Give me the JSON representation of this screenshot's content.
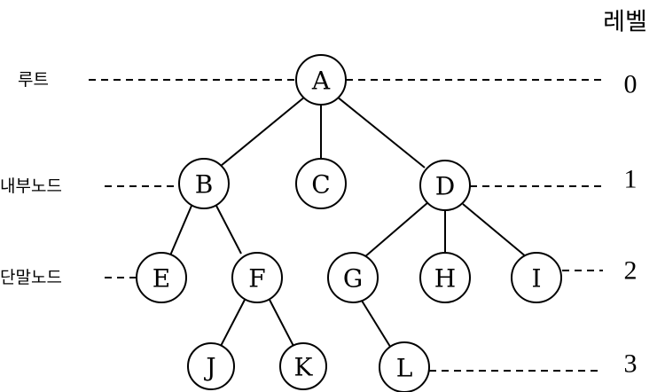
{
  "header": {
    "level_title": "레벨"
  },
  "side_labels": {
    "root": "루트",
    "internal": "내부노드",
    "leaf": "단말노드"
  },
  "levels": [
    "0",
    "1",
    "2",
    "3"
  ],
  "nodes": {
    "A": "A",
    "B": "B",
    "C": "C",
    "D": "D",
    "E": "E",
    "F": "F",
    "G": "G",
    "H": "H",
    "I": "I",
    "J": "J",
    "K": "K",
    "L": "L"
  }
}
